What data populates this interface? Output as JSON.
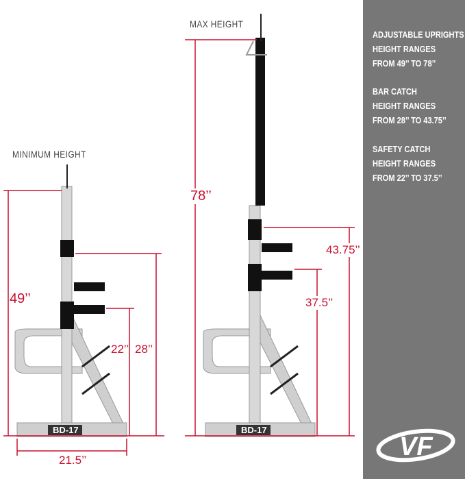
{
  "labels": {
    "max_height": "MAX HEIGHT",
    "minimum_height": "MINIMUM HEIGHT"
  },
  "dimensions": {
    "min_height": "49’’",
    "max_height": "78’’",
    "safety_min": "22’’",
    "bar_min": "28’’",
    "width": "21.5’’",
    "bar_max": "43.75’’",
    "safety_max": "37.5’’"
  },
  "model_label": "BD-17",
  "specs": [
    {
      "lines": [
        "ADJUSTABLE UPRIGHTS",
        "HEIGHT RANGES",
        "FROM 49’’ TO 78’’"
      ]
    },
    {
      "lines": [
        "BAR CATCH",
        "HEIGHT RANGES",
        "FROM 28’’ TO 43.75’’"
      ]
    },
    {
      "lines": [
        "SAFETY CATCH",
        "HEIGHT RANGES",
        "FROM 22’’ TO 37.5’’"
      ]
    }
  ],
  "logo_text": "VF",
  "colors": {
    "dimension": "#c8102e",
    "panel": "#777777"
  }
}
